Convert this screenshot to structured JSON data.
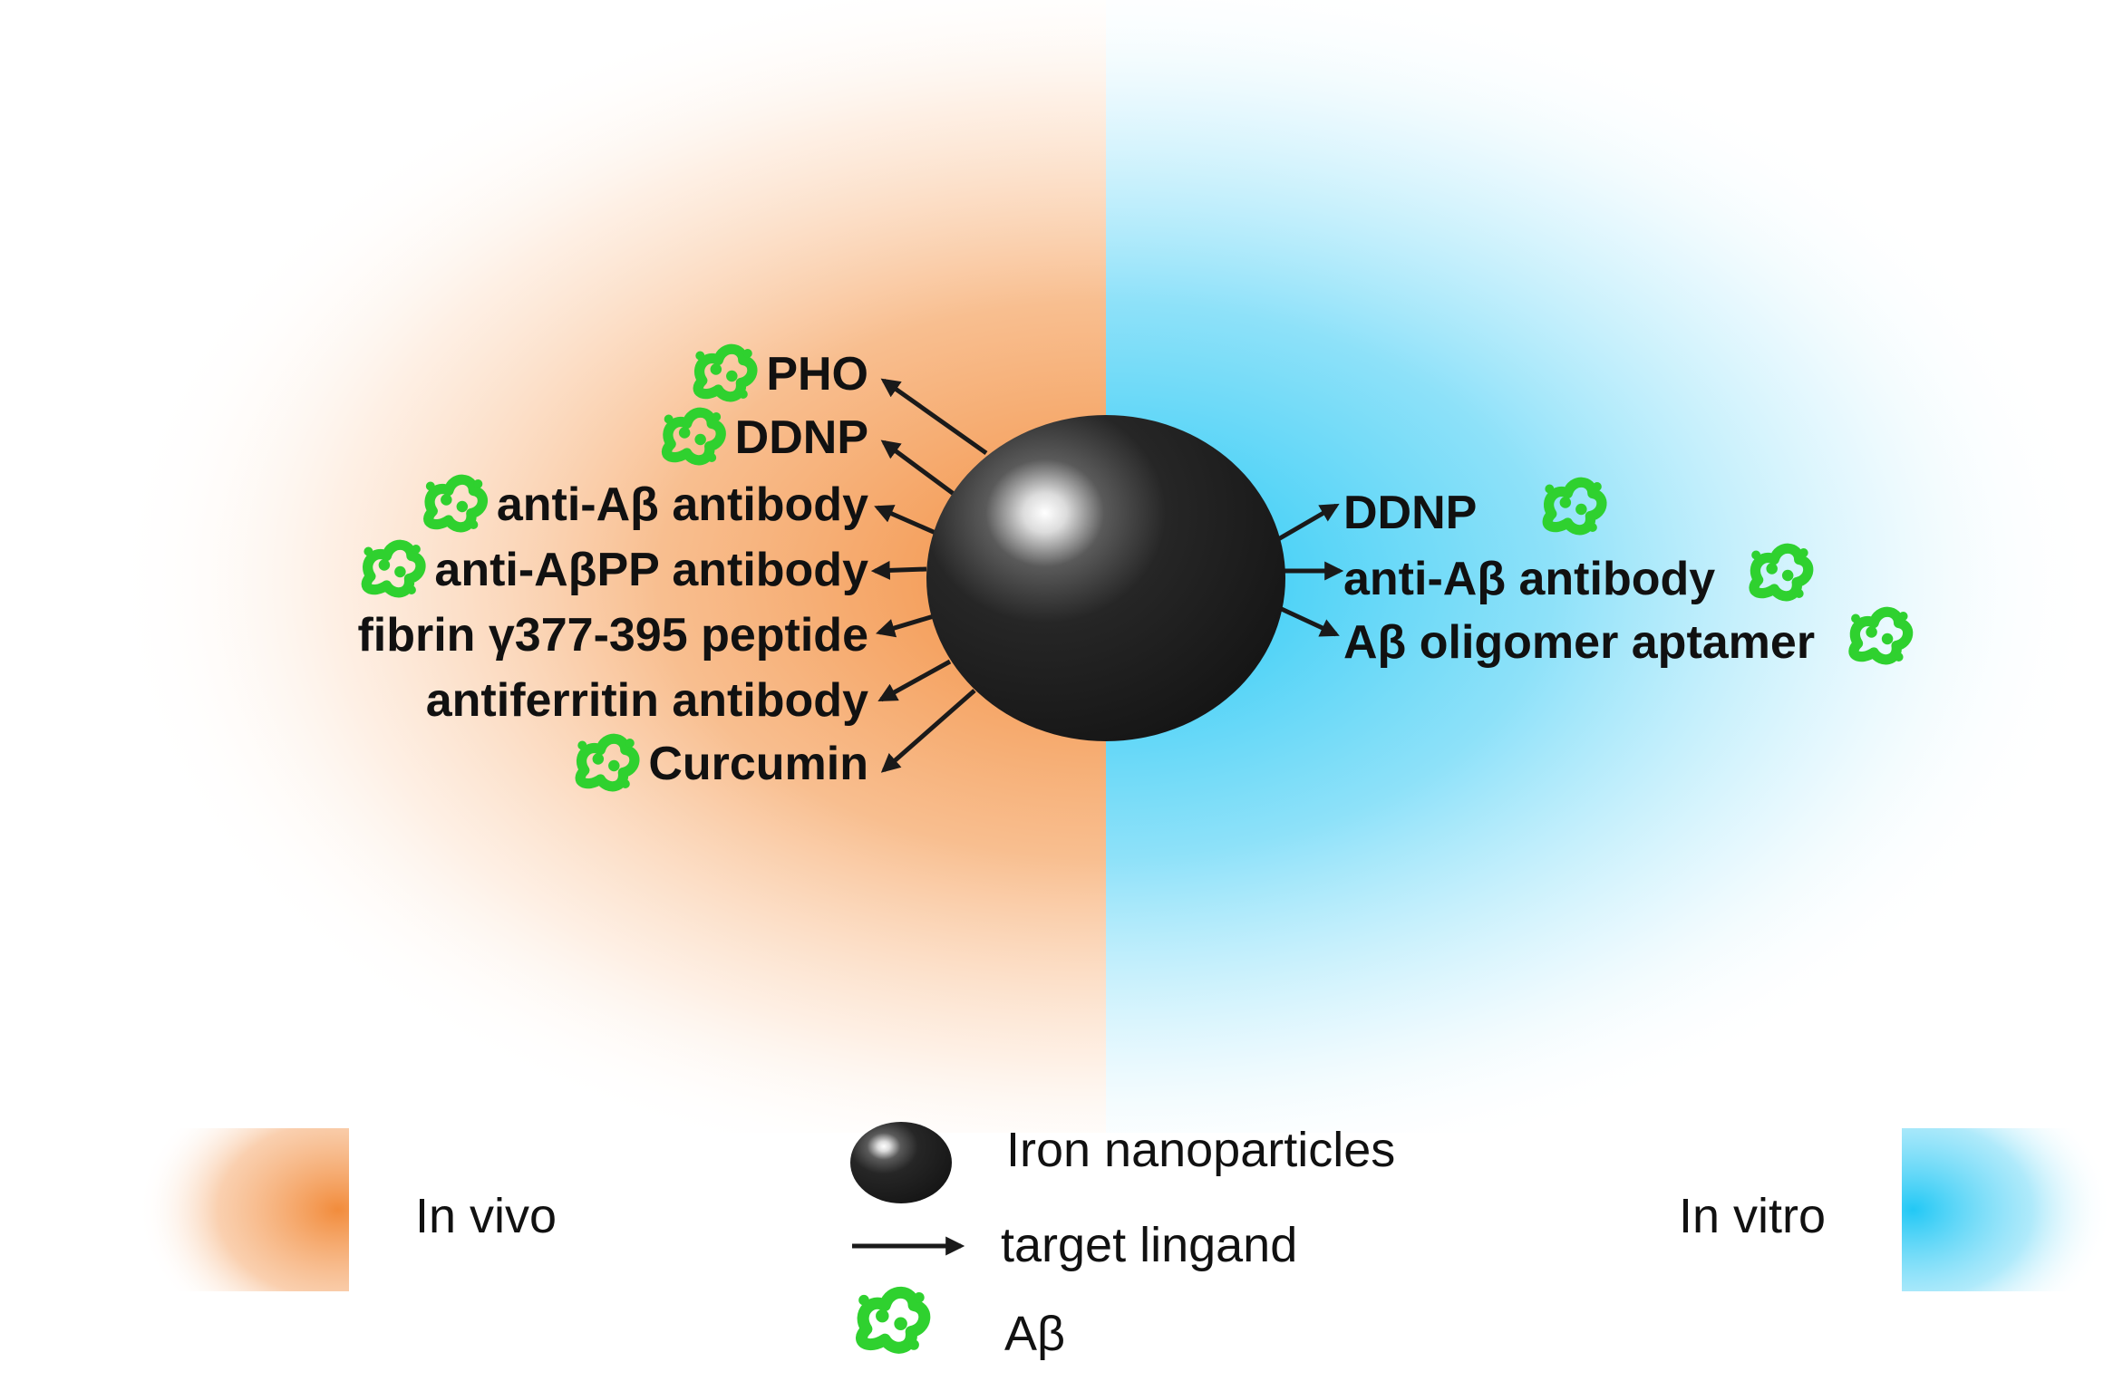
{
  "colors": {
    "in_vivo": "#f28c3c",
    "in_vitro": "#22c8f5",
    "abeta": "#2fd12f",
    "particle": "#1f1f1f",
    "arrow": "#1a1a1a"
  },
  "in_vivo_ligands": [
    {
      "text": "PHO",
      "abeta": true
    },
    {
      "text": "DDNP",
      "abeta": true
    },
    {
      "text": "anti-Aβ antibody",
      "abeta": true
    },
    {
      "text": "anti-AβPP antibody",
      "abeta": true
    },
    {
      "text": "fibrin γ377-395 peptide",
      "abeta": false
    },
    {
      "text": "antiferritin antibody",
      "abeta": false
    },
    {
      "text": "Curcumin",
      "abeta": true
    }
  ],
  "in_vitro_ligands": [
    {
      "text": "DDNP",
      "abeta": true
    },
    {
      "text": "anti-Aβ antibody",
      "abeta": true
    },
    {
      "text": "Aβ oligomer aptamer",
      "abeta": true
    }
  ],
  "legend": {
    "in_vivo": "In vivo",
    "in_vitro": "In vitro",
    "nanoparticle": "Iron nanoparticles",
    "ligand": "target lingand",
    "abeta": "Aβ"
  }
}
